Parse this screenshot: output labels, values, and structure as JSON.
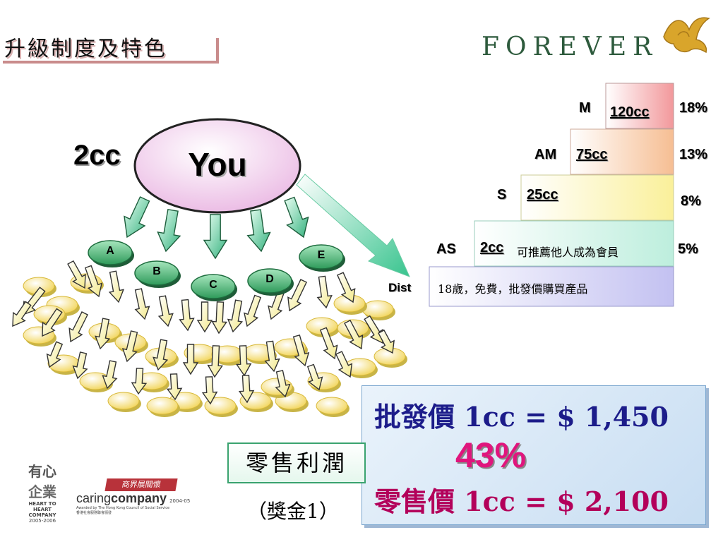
{
  "title": "升級制度及特色",
  "brand": {
    "logo_text": "FOREVER",
    "logo_icon": "eagle-icon"
  },
  "you_node": {
    "label": "You",
    "cc": "2cc"
  },
  "downline_nodes": [
    "A",
    "B",
    "C",
    "D",
    "E"
  ],
  "levels": [
    {
      "level": "M",
      "cc": "120cc",
      "pct": "18%",
      "color": "#f3a3a6"
    },
    {
      "level": "AM",
      "cc": "75cc",
      "pct": "13%",
      "color": "#f7c49c"
    },
    {
      "level": "S",
      "cc": "25cc",
      "pct": "8%",
      "color": "#fbf4a6"
    },
    {
      "level": "AS",
      "cc": "2cc",
      "desc": "可推薦他人成為會員",
      "pct": "5%",
      "color": "#c6f0e3"
    },
    {
      "level": "Dist",
      "desc": "18歲，免費，批發價購買產品",
      "color": "#c9c8f3"
    }
  ],
  "pricing": {
    "wholesale": "批發價 1cc = $ 1,450",
    "retail": "零售價 1cc = $ 2,100",
    "margin": "43%"
  },
  "retail_profit": {
    "label": "零售利潤",
    "bonus": "（獎金1）"
  },
  "footer_logos": {
    "heart_top": "有心",
    "heart_mid": "企業",
    "heart_name": "HEART TO HEART COMPANY",
    "heart_years": "2005-2006",
    "caring_badge": "商界展關懷",
    "caring_name_light": "caring",
    "caring_name_bold": "company",
    "caring_year": "2004-05",
    "caring_tiny": "Awarded by The Hong Kong Council of Social Service",
    "caring_tiny_zh": "香港社會服務聯會頒發"
  },
  "colors": {
    "node_green": "#3ea868",
    "arrow_green": "#38b886",
    "arrow_yellow": "#f8f2a8",
    "coin_yellow": "#f6e07a",
    "you_fill": "#f4d6ef"
  }
}
